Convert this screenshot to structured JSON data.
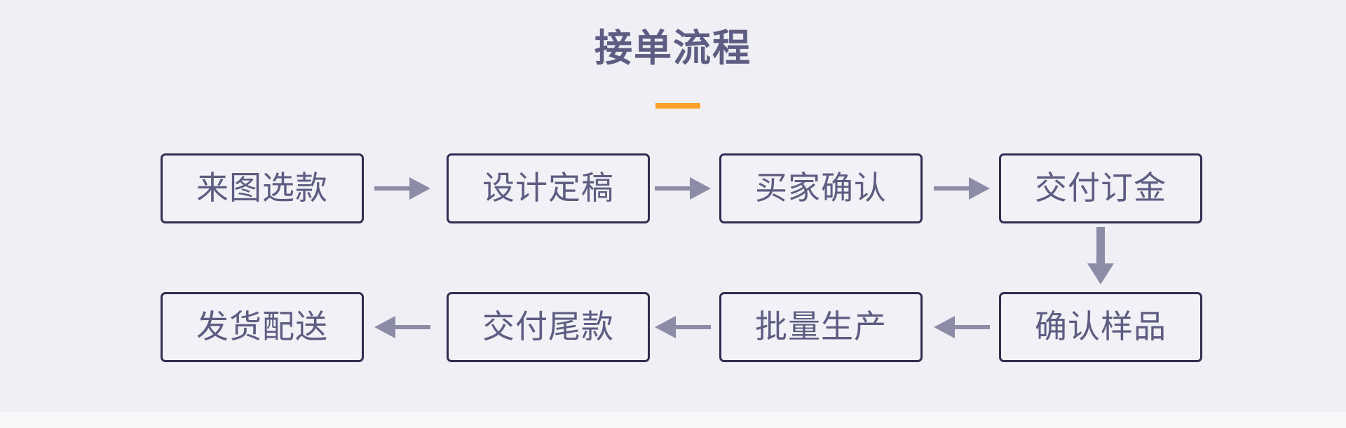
{
  "slide": {
    "title": "接单流程",
    "background_color": "#f0eff5",
    "page_background_color": "#f6f7f9",
    "accent_color": "#f9a12b",
    "node_border_color": "#2e2d52",
    "node_fill_color": "#f2f1f7",
    "text_color": "#5d5c82",
    "arrow_color": "#8d8ca6"
  },
  "flow": {
    "nodes": [
      {
        "id": "node-1",
        "label": "来图选款",
        "row": "top",
        "order": 1
      },
      {
        "id": "node-2",
        "label": "设计定稿",
        "row": "top",
        "order": 2
      },
      {
        "id": "node-3",
        "label": "买家确认",
        "row": "top",
        "order": 3
      },
      {
        "id": "node-4",
        "label": "交付订金",
        "row": "top",
        "order": 4
      },
      {
        "id": "node-5",
        "label": "确认样品",
        "row": "bottom",
        "order": 5
      },
      {
        "id": "node-6",
        "label": "批量生产",
        "row": "bottom",
        "order": 6
      },
      {
        "id": "node-7",
        "label": "交付尾款",
        "row": "bottom",
        "order": 7
      },
      {
        "id": "node-8",
        "label": "发货配送",
        "row": "bottom",
        "order": 8
      }
    ],
    "connectors": [
      {
        "id": "arrow-1",
        "direction": "right",
        "from": "node-1",
        "to": "node-2"
      },
      {
        "id": "arrow-2",
        "direction": "right",
        "from": "node-2",
        "to": "node-3"
      },
      {
        "id": "arrow-3",
        "direction": "right",
        "from": "node-3",
        "to": "node-4"
      },
      {
        "id": "arrow-4",
        "direction": "down",
        "from": "node-4",
        "to": "node-5"
      },
      {
        "id": "arrow-5",
        "direction": "left",
        "from": "node-5",
        "to": "node-6"
      },
      {
        "id": "arrow-6",
        "direction": "left",
        "from": "node-6",
        "to": "node-7"
      },
      {
        "id": "arrow-7",
        "direction": "left",
        "from": "node-7",
        "to": "node-8"
      }
    ]
  }
}
